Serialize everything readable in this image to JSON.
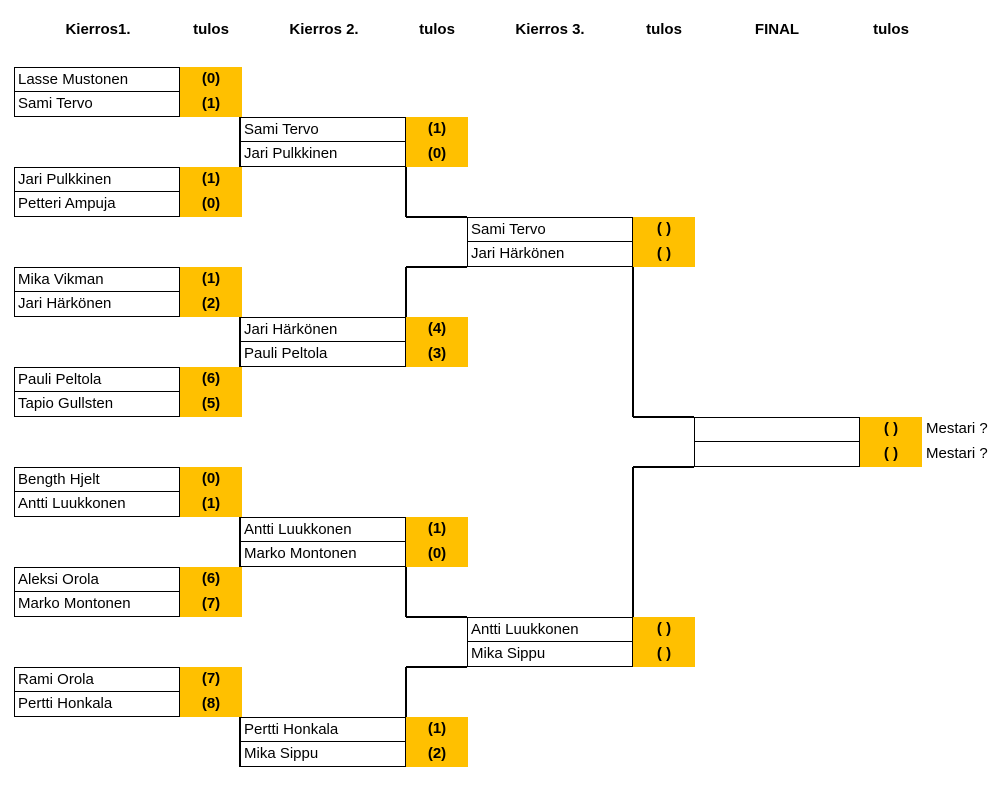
{
  "headers": [
    "Kierros1.",
    "tulos",
    "Kierros 2.",
    "tulos",
    "Kierros 3.",
    "tulos",
    "FINAL",
    "tulos"
  ],
  "rounds": [
    {
      "name": "Kierros1.",
      "matches": [
        [
          {
            "player": "Lasse Mustonen",
            "score": "(0)"
          },
          {
            "player": "Sami Tervo",
            "score": "(1)"
          }
        ],
        [
          {
            "player": "Jari Pulkkinen",
            "score": "(1)"
          },
          {
            "player": "Petteri Ampuja",
            "score": "(0)"
          }
        ],
        [
          {
            "player": "Mika Vikman",
            "score": "(1)"
          },
          {
            "player": "Jari Härkönen",
            "score": "(2)"
          }
        ],
        [
          {
            "player": "Pauli Peltola",
            "score": "(6)"
          },
          {
            "player": "Tapio Gullsten",
            "score": "(5)"
          }
        ],
        [
          {
            "player": "Bength Hjelt",
            "score": "(0)"
          },
          {
            "player": "Antti Luukkonen",
            "score": "(1)"
          }
        ],
        [
          {
            "player": "Aleksi Orola",
            "score": "(6)"
          },
          {
            "player": "Marko Montonen",
            "score": "(7)"
          }
        ],
        [
          {
            "player": "Rami Orola",
            "score": "(7)"
          },
          {
            "player": "Pertti Honkala",
            "score": "(8)"
          }
        ]
      ]
    },
    {
      "name": "Kierros 2.",
      "matches": [
        [
          {
            "player": "Sami Tervo",
            "score": "(1)"
          },
          {
            "player": "Jari Pulkkinen",
            "score": "(0)"
          }
        ],
        [
          {
            "player": "Jari Härkönen",
            "score": "(4)"
          },
          {
            "player": "Pauli Peltola",
            "score": "(3)"
          }
        ],
        [
          {
            "player": "Antti Luukkonen",
            "score": "(1)"
          },
          {
            "player": "Marko Montonen",
            "score": "(0)"
          }
        ],
        [
          {
            "player": "Pertti Honkala",
            "score": "(1)"
          },
          {
            "player": "Mika Sippu",
            "score": "(2)"
          }
        ]
      ]
    },
    {
      "name": "Kierros 3.",
      "matches": [
        [
          {
            "player": "Sami Tervo",
            "score": "( )"
          },
          {
            "player": "Jari Härkönen",
            "score": "( )"
          }
        ],
        [
          {
            "player": "Antti Luukkonen",
            "score": "( )"
          },
          {
            "player": "Mika Sippu",
            "score": "( )"
          }
        ]
      ]
    },
    {
      "name": "FINAL",
      "matches": [
        [
          {
            "player": "",
            "score": "( )",
            "note": "Mestari ?"
          },
          {
            "player": "",
            "score": "( )",
            "note": "Mestari ?"
          }
        ]
      ]
    }
  ],
  "colors": {
    "score_fill": "#FFC000",
    "border": "#000000"
  }
}
